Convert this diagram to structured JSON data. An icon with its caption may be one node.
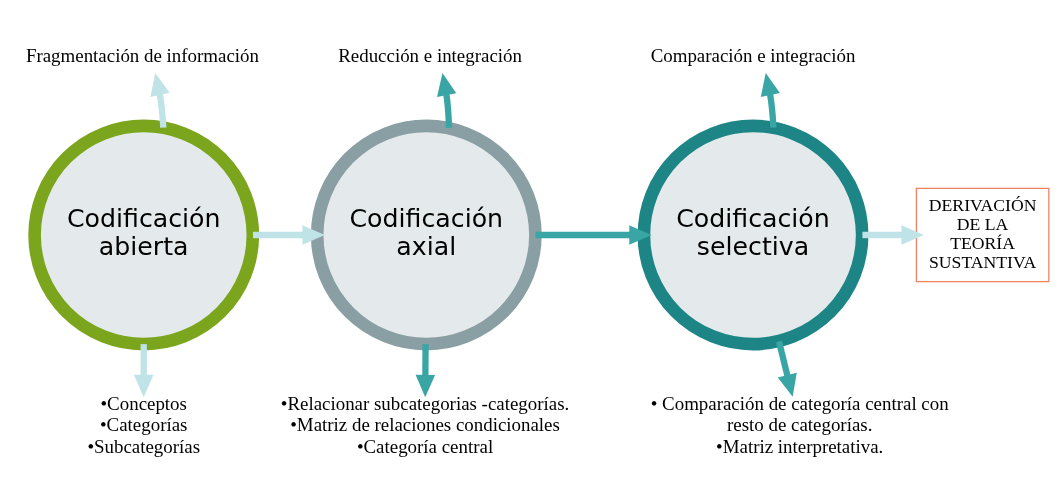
{
  "diagram": {
    "nodes": [
      {
        "text": [
          "Codificación abierta"
        ]
      },
      {
        "text": [
          "Fragmentación de información"
        ]
      },
      {
        "text": [
          "•Conceptos",
          "•Categorías",
          "•Subcategorías"
        ]
      },
      {
        "text": [
          "Codificación axial"
        ]
      },
      {
        "text": [
          "Reducción e integración"
        ]
      },
      {
        "text": [
          "•Relacionar subcategorias -categorías.",
          "•Matriz de relaciones condicionales",
          "•Categoría central"
        ]
      },
      {
        "text": [
          "Codificación selectiva"
        ]
      },
      {
        "text": [
          "Comparación e integración"
        ]
      },
      {
        "text": [
          "• Comparación de categoría central con resto de categorías.",
          "•Matriz interpretativa."
        ]
      },
      {
        "text": [
          "DERIVACIÓN DE LA TEORÍA SUSTANTIVA"
        ]
      }
    ],
    "edges": [
      {
        "from": 0,
        "to": 1,
        "arrow": "to",
        "color": "#bfe3e6"
      },
      {
        "from": 0,
        "to": 2,
        "arrow": "to",
        "color": "#bfe3e6"
      },
      {
        "from": 0,
        "to": 3,
        "arrow": "to",
        "color": "#bfe3e6"
      },
      {
        "from": 3,
        "to": 4,
        "arrow": "to"
      },
      {
        "from": 3,
        "to": 5,
        "arrow": "to"
      },
      {
        "from": 3,
        "to": 6,
        "arrow": "to"
      },
      {
        "from": 6,
        "to": 7,
        "arrow": "to"
      },
      {
        "from": 6,
        "to": 8,
        "arrow": "to"
      },
      {
        "from": 6,
        "to": 9,
        "arrow": "to",
        "color": "#bfe3e6"
      }
    ]
  }
}
